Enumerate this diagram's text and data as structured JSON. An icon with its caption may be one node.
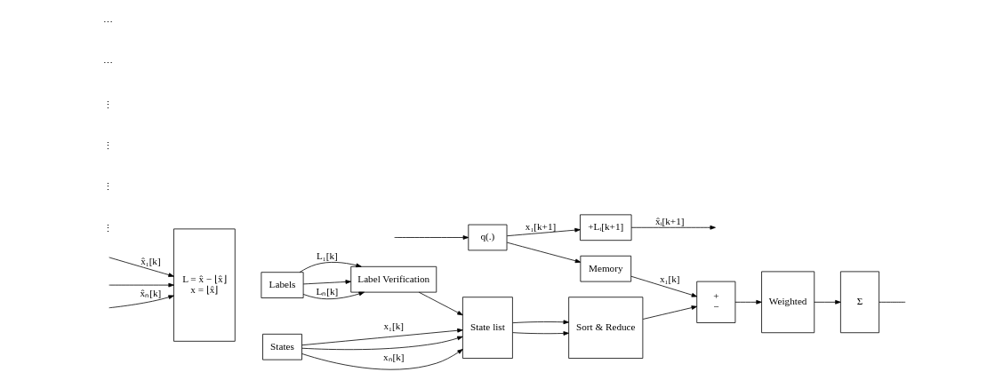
{
  "diagram": {
    "nodes": [
      {
        "text": [
          "L = x̂ − ⌊x̂⌋",
          "x = ⌊x̂⌋"
        ]
      },
      {
        "text": [
          "Labels"
        ]
      },
      {
        "text": [
          "States"
        ]
      },
      {
        "text": [
          "Label Verification"
        ]
      },
      {
        "text": [
          "State list"
        ]
      },
      {
        "text": [
          "Sort & Reduce"
        ]
      },
      {
        "text": [
          "+",
          "−"
        ]
      },
      {
        "text": [
          "Weighted"
        ]
      },
      {
        "text": [
          "Σ"
        ]
      },
      {
        "text": [
          "q(.)"
        ]
      },
      {
        "text": [
          "Memory"
        ]
      },
      {
        "text": [
          "+Lᵢ[k+1]"
        ]
      }
    ],
    "edges": [
      {
        "from": null,
        "to": 0,
        "arrow": "to",
        "label": "x̂₁[k]"
      },
      {
        "from": null,
        "to": 0,
        "arrow": "to"
      },
      {
        "from": null,
        "to": 0,
        "arrow": "to",
        "label": "x̂ₙ[k]"
      },
      {
        "from": 1,
        "to": 3,
        "arrow": "to",
        "label": "L₁[k]"
      },
      {
        "from": 1,
        "to": 3,
        "arrow": "to"
      },
      {
        "from": 1,
        "to": 3,
        "arrow": "to",
        "label": "Lₙ[k]"
      },
      {
        "from": 3,
        "to": 4,
        "arrow": "to"
      },
      {
        "from": 2,
        "to": 4,
        "arrow": "to",
        "label": "x₁[k]"
      },
      {
        "from": 2,
        "to": 4,
        "arrow": "to"
      },
      {
        "from": 2,
        "to": 4,
        "arrow": "to",
        "label": "xₙ[k]"
      },
      {
        "from": 4,
        "to": 5,
        "arrow": "to"
      },
      {
        "from": 4,
        "to": 5,
        "arrow": "to"
      },
      {
        "from": 5,
        "to": 6,
        "arrow": "to"
      },
      {
        "from": 10,
        "to": 6,
        "arrow": "to",
        "label": "x₁[k]"
      },
      {
        "from": 6,
        "to": 7,
        "arrow": "to"
      },
      {
        "from": 7,
        "to": 8,
        "arrow": "to"
      },
      {
        "from": 8,
        "to": null,
        "arrow": "none"
      },
      {
        "from": null,
        "to": 9,
        "arrow": "to"
      },
      {
        "from": 9,
        "to": 11,
        "arrow": "to",
        "label": "x₁[k+1]"
      },
      {
        "from": 9,
        "to": 10,
        "arrow": "to"
      },
      {
        "from": 11,
        "to": null,
        "arrow": "to",
        "label": "x̂ᵢ[k+1]"
      }
    ],
    "labels": [
      "⋮",
      "⋮",
      "⋮",
      "⋮",
      "⋯",
      "⋯"
    ]
  }
}
